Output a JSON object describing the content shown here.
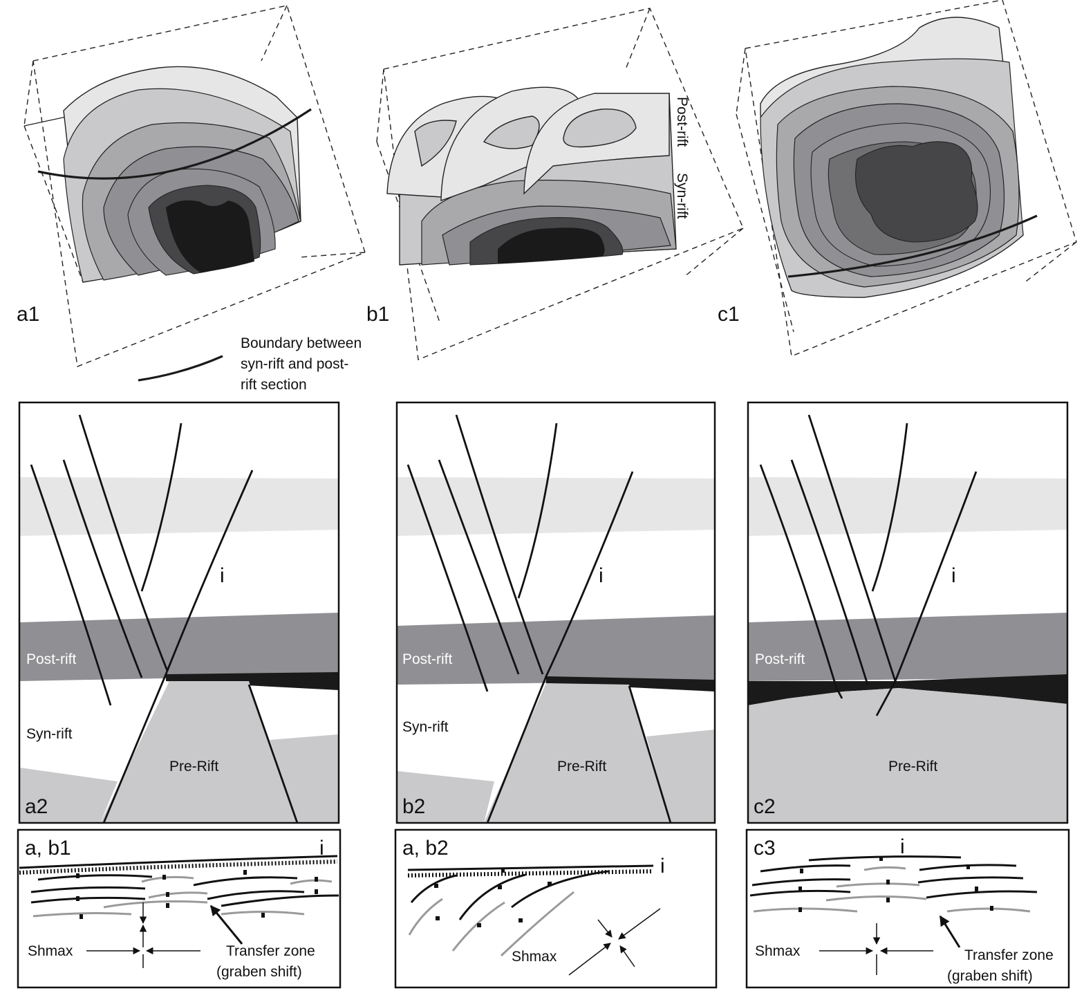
{
  "blocks": {
    "a1": "a1",
    "b1": "b1",
    "c1": "c1"
  },
  "legend": {
    "line1": "Boundary between",
    "line2": "syn-rift and post-",
    "line3": "rift section"
  },
  "b1_side": {
    "post_rift": "Post-rift",
    "syn_rift": "Syn-rift"
  },
  "sections": {
    "a2": {
      "id": "a2",
      "post_rift": "Post-rift",
      "syn_rift": "Syn-rift",
      "pre_rift": "Pre-Rift",
      "fault_label": "i"
    },
    "b2": {
      "id": "b2",
      "post_rift": "Post-rift",
      "syn_rift": "Syn-rift",
      "pre_rift": "Pre-Rift",
      "fault_label": "i"
    },
    "c2": {
      "id": "c2",
      "post_rift": "Post-rift",
      "pre_rift": "Pre-Rift",
      "fault_label": "i"
    }
  },
  "maps": {
    "ab1": {
      "id": "a, b1",
      "fault_label": "i",
      "stress": "Shmax",
      "transfer1": "Transfer zone",
      "transfer2": "(graben shift)"
    },
    "ab2": {
      "id": "a, b2",
      "fault_label": "i",
      "stress": "Shmax"
    },
    "c3": {
      "id": "c3",
      "fault_label": "i",
      "stress": "Shmax",
      "transfer1": "Transfer zone",
      "transfer2": "(graben shift)"
    }
  },
  "colors": {
    "shade1": "#e6e6e6",
    "shade2": "#c9c9cb",
    "shade3": "#a9a9ac",
    "shade4": "#909094",
    "shade5": "#707073",
    "shade6": "#464648",
    "shade7": "#1a1a1a",
    "line": "#1a1a1a",
    "grey_fault": "#9a9a9a"
  }
}
